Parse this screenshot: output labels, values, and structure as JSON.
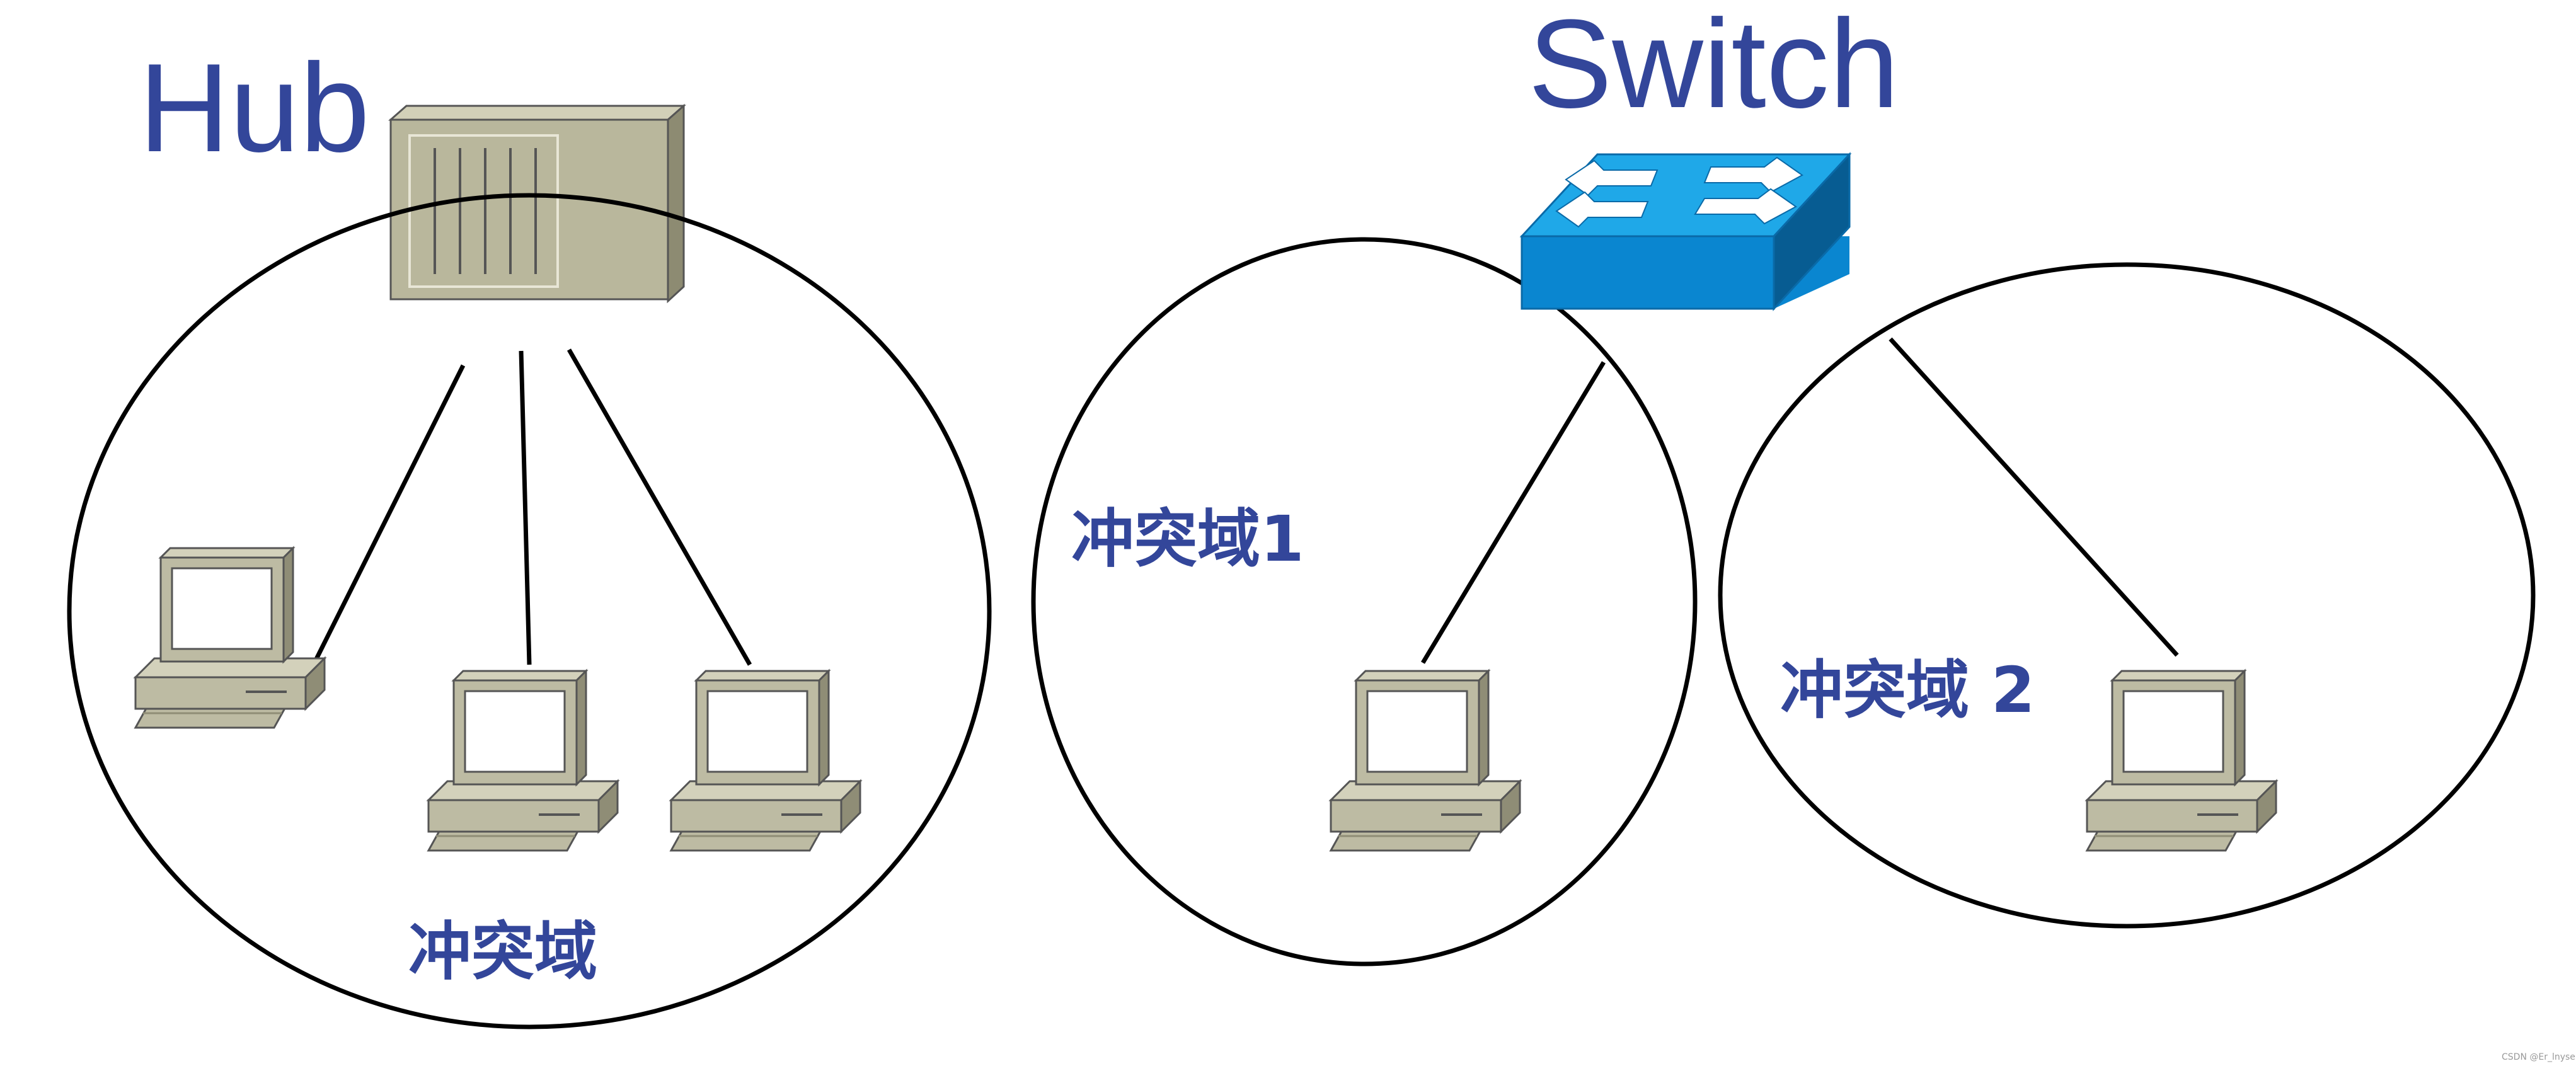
{
  "labels": {
    "hub_title": "Hub",
    "switch_title": "Switch",
    "hub_domain": "冲突域",
    "switch_domain_1": "冲突域1",
    "switch_domain_2": "冲突域 2",
    "watermark": "CSDN @Er_lnyse"
  },
  "colors": {
    "label_text": "#33469a",
    "outline": "#000000",
    "hub_body": "#b9b79c",
    "hub_dark": "#8d8b72",
    "switch_top": "#1fa8e8",
    "switch_front": "#0a86d0",
    "switch_side": "#075c92",
    "computer_body": "#bdbba3",
    "computer_dark": "#8f8d76"
  },
  "icons": {
    "hub": "hub-icon",
    "switch": "switch-icon",
    "computer": "computer-icon"
  }
}
